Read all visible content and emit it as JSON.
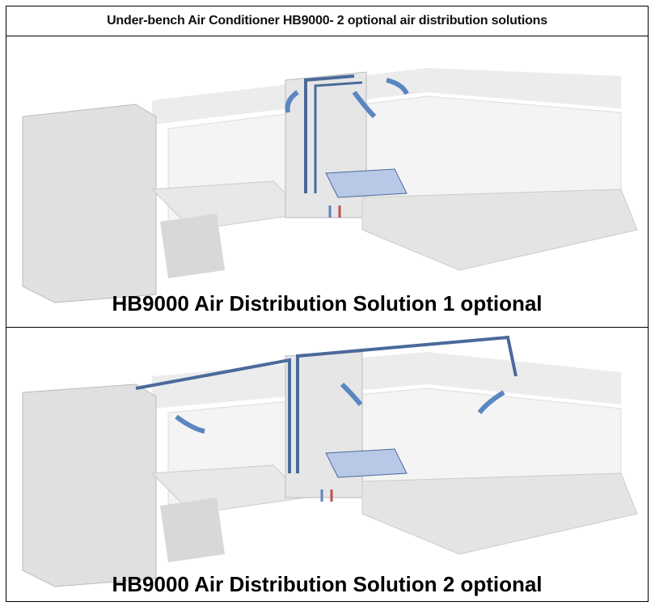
{
  "title": "Under-bench Air Conditioner HB9000- 2 optional air distribution solutions",
  "panels": [
    {
      "caption": "HB9000 Air Distribution Solution 1 optional"
    },
    {
      "caption": "HB9000 Air Distribution Solution 2 optional"
    }
  ],
  "colors": {
    "duct": "#4a6a9a",
    "arrow": "#5b86c0",
    "interior": "#e4e4e4",
    "shadow": "#c9c9c9",
    "warm_arrow": "#c0504d"
  }
}
